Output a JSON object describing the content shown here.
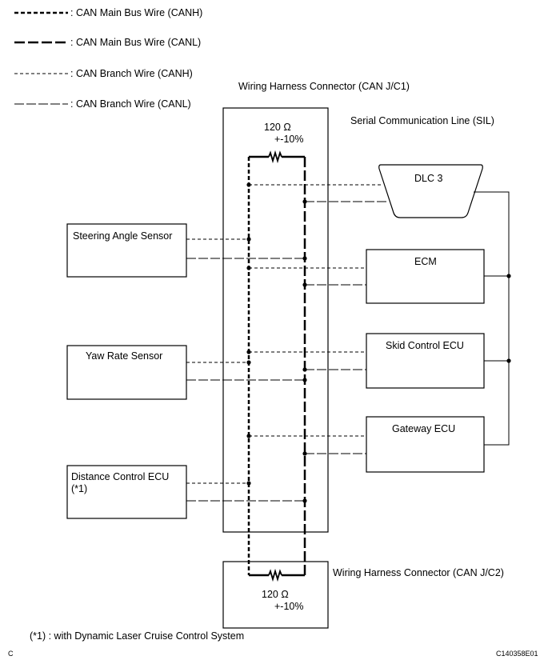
{
  "legend": [
    {
      "label": ": CAN Main Bus Wire (CANH)",
      "style": "main-canh"
    },
    {
      "label": ": CAN Main Bus Wire (CANL)",
      "style": "main-canl"
    },
    {
      "label": ": CAN Branch Wire (CANH)",
      "style": "branch-canh"
    },
    {
      "label": ": CAN Branch Wire (CANL)",
      "style": "branch-canl"
    }
  ],
  "connectors": {
    "jc1": "Wiring Harness Connector (CAN J/C1)",
    "jc2": "Wiring Harness Connector (CAN J/C2)"
  },
  "sil_label": "Serial Communication Line (SIL)",
  "resistor_top": {
    "value": "120 Ω",
    "tolerance": "+-10%"
  },
  "resistor_bottom": {
    "value": "120 Ω",
    "tolerance": "+-10%"
  },
  "left_modules": {
    "steering": "Steering Angle Sensor",
    "yaw": "Yaw Rate Sensor",
    "distance": "Distance Control ECU",
    "distance_note": "(*1)"
  },
  "right_modules": {
    "dlc3": "DLC 3",
    "ecm": "ECM",
    "skid": "Skid Control ECU",
    "gateway": "Gateway ECU"
  },
  "footnote": "(*1) : with Dynamic Laser Cruise Control System",
  "corner_left": "C",
  "corner_right": "C140358E01"
}
